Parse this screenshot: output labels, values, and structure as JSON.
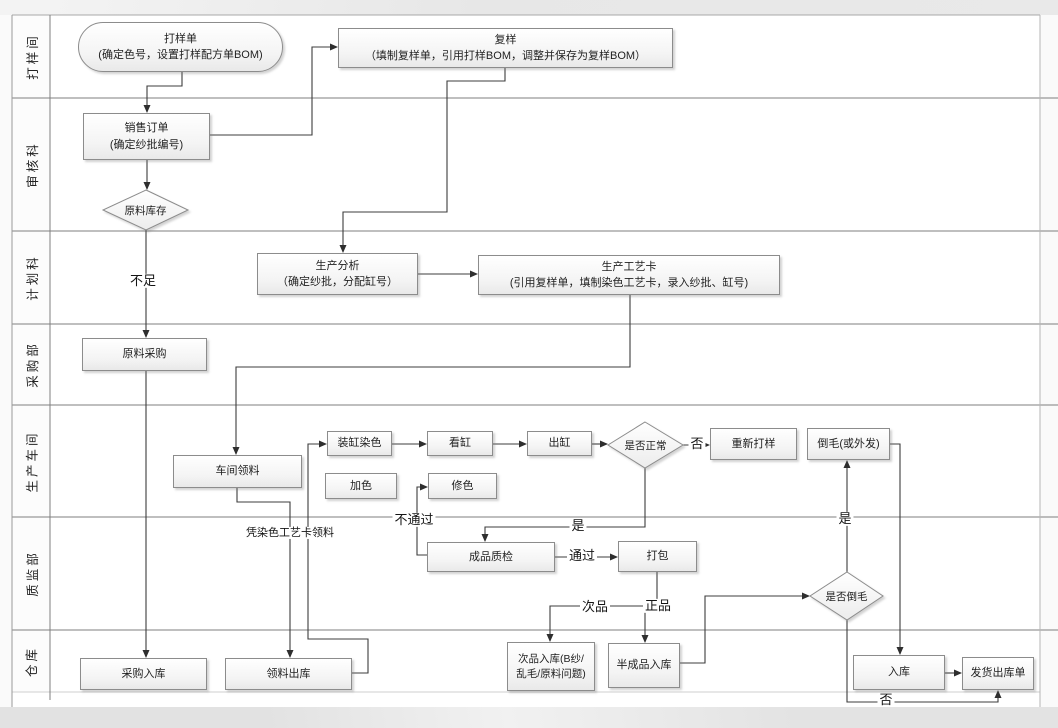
{
  "lanes": [
    {
      "label": "打样间"
    },
    {
      "label": "审核科"
    },
    {
      "label": "计划科"
    },
    {
      "label": "采购部"
    },
    {
      "label": "生产车间"
    },
    {
      "label": "质监部"
    },
    {
      "label": "仓库"
    }
  ],
  "nodes": {
    "sample_order": {
      "label": "打样单\n(确定色号，设置打样配方单BOM)"
    },
    "resample": {
      "label": "复样\n（填制复样单，引用打样BOM，调整并保存为复样BOM）"
    },
    "sales_order": {
      "label": "销售订单\n(确定纱批编号)"
    },
    "material_stock": {
      "label": "原料库存"
    },
    "production_analysis": {
      "label": "生产分析\n（确定纱批，分配缸号）"
    },
    "process_card": {
      "label": "生产工艺卡\n(引用复样单，填制染色工艺卡，录入纱批、缸号)"
    },
    "material_purchase": {
      "label": "原料采购"
    },
    "workshop_picking": {
      "label": "车间领料"
    },
    "dyeing": {
      "label": "装缸染色"
    },
    "watch_vat": {
      "label": "看缸"
    },
    "out_vat": {
      "label": "出缸"
    },
    "add_color": {
      "label": "加色"
    },
    "fix_color": {
      "label": "修色"
    },
    "normal_check": {
      "label": "是否正常"
    },
    "redo_sample": {
      "label": "重新打样"
    },
    "invert_wool": {
      "label": "倒毛(或外发)"
    },
    "qc": {
      "label": "成品质检"
    },
    "pack": {
      "label": "打包"
    },
    "invert_check": {
      "label": "是否倒毛"
    },
    "purchase_in": {
      "label": "采购入库"
    },
    "picking_out": {
      "label": "领料出库"
    },
    "defect_in": {
      "label": "次品入库(B纱/\n乱毛/原料问题)"
    },
    "semi_in": {
      "label": "半成品入库"
    },
    "stock_in": {
      "label": "入库"
    },
    "ship_out": {
      "label": "发货出库单"
    }
  },
  "edge_labels": {
    "insufficient": "不足",
    "per_card": "凭染色工艺卡领料",
    "fail": "不通过",
    "yes1": "是",
    "no1": "否",
    "pass": "通过",
    "defective": "次品",
    "good": "正品",
    "yes2": "是",
    "no2": "否"
  },
  "colors": {
    "connector": "#3c3c3c",
    "lane_line": "#7f7f7f",
    "node_border": "#8c8c8c",
    "node_fill_top": "#ffffff",
    "node_fill_bottom": "#e9e9e9",
    "background_band": "#e7e7e7"
  }
}
